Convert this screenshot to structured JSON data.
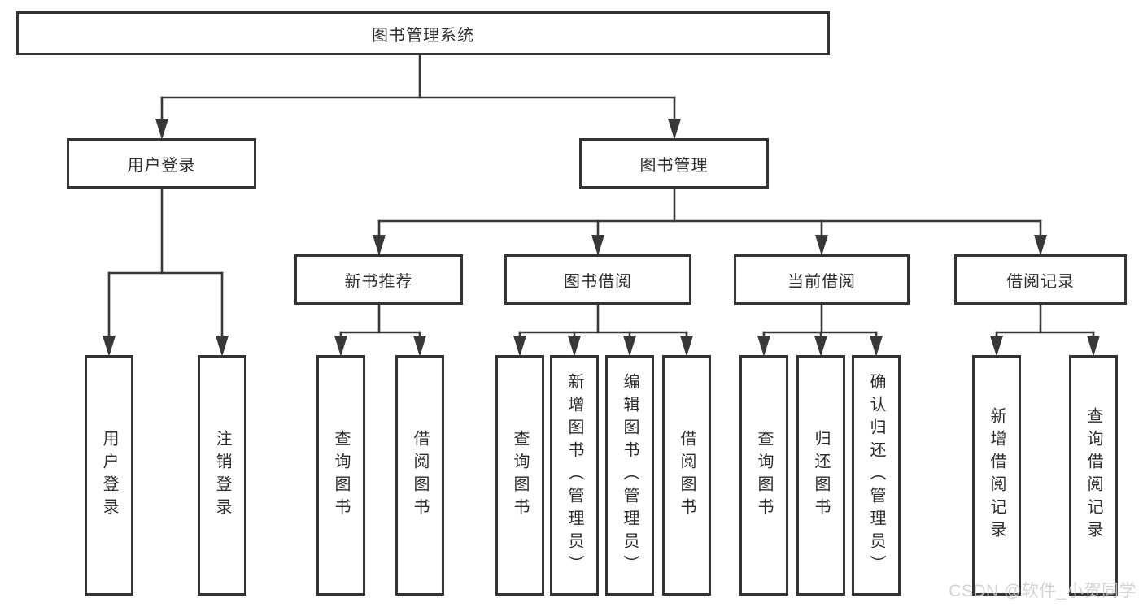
{
  "watermark": "CSDN @软件_小贺同学",
  "colors": {
    "line": "#383838",
    "box_border": "#333333",
    "box_fill": "#ffffff",
    "text": "#2d2d2d",
    "watermark": "#cbcbd0"
  },
  "tree": {
    "label": "图书管理系统",
    "children": [
      {
        "label": "用户登录",
        "children": [
          {
            "label": "用户登录"
          },
          {
            "label": "注销登录"
          }
        ]
      },
      {
        "label": "图书管理",
        "children": [
          {
            "label": "新书推荐",
            "children": [
              {
                "label": "查询图书"
              },
              {
                "label": "借阅图书"
              }
            ]
          },
          {
            "label": "图书借阅",
            "children": [
              {
                "label": "查询图书"
              },
              {
                "label": "新增图书（管理员）"
              },
              {
                "label": "编辑图书（管理员）"
              },
              {
                "label": "借阅图书"
              }
            ]
          },
          {
            "label": "当前借阅",
            "children": [
              {
                "label": "查询图书"
              },
              {
                "label": "归还图书"
              },
              {
                "label": "确认归还（管理员）"
              }
            ]
          },
          {
            "label": "借阅记录",
            "children": [
              {
                "label": "新增借阅记录"
              },
              {
                "label": "查询借阅记录"
              }
            ]
          }
        ]
      }
    ]
  }
}
